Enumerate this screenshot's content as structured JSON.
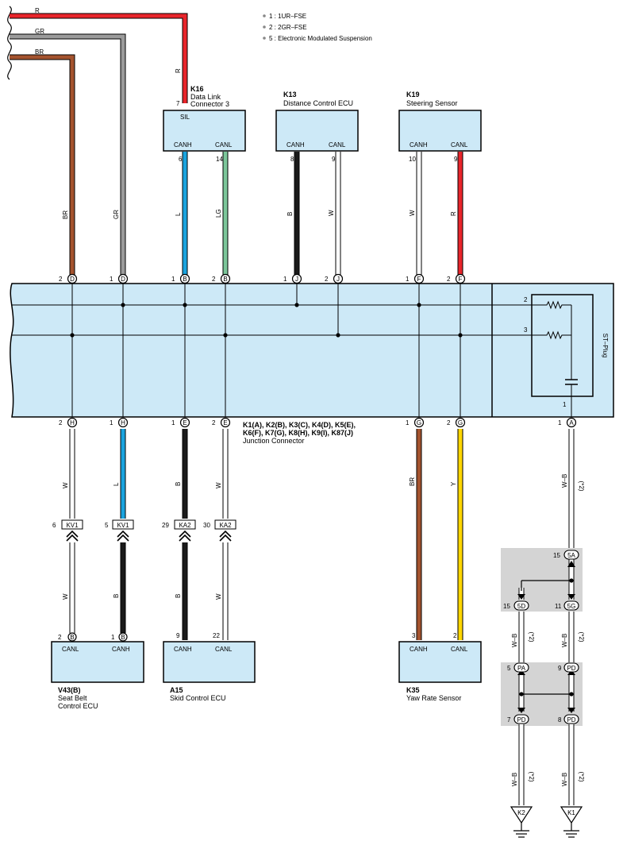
{
  "notes": [
    "1 : 1UR–FSE",
    "2 : 2GR–FSE",
    "5 : Electronic Modulated Suspension"
  ],
  "top_wires": [
    "R",
    "GR",
    "BR"
  ],
  "k16": {
    "code": "K16",
    "name1": "Data Link",
    "name2": "Connector 3",
    "sil": "SIL",
    "canh": "CANH",
    "canl": "CANL",
    "pin_sil": "7",
    "pin_h": "6",
    "pin_l": "14"
  },
  "k13": {
    "code": "K13",
    "name": "Distance Control ECU",
    "canh": "CANH",
    "canl": "CANL",
    "pin_h": "8",
    "pin_l": "9"
  },
  "k19": {
    "code": "K19",
    "name": "Steering Sensor",
    "canh": "CANH",
    "canl": "CANL",
    "pin_h": "10",
    "pin_l": "9"
  },
  "wire_labels_top": {
    "br": "BR",
    "gr": "GR",
    "r_top": "R",
    "l": "L",
    "lg": "LG",
    "b": "B",
    "w1": "W",
    "w2": "W",
    "r": "R"
  },
  "top_pins": [
    {
      "num": "2",
      "letter": "D"
    },
    {
      "num": "1",
      "letter": "D"
    },
    {
      "num": "1",
      "letter": "B"
    },
    {
      "num": "2",
      "letter": "B"
    },
    {
      "num": "1",
      "letter": "J"
    },
    {
      "num": "2",
      "letter": "J"
    },
    {
      "num": "1",
      "letter": "F"
    },
    {
      "num": "2",
      "letter": "F"
    }
  ],
  "bottom_pins": [
    {
      "num": "2",
      "letter": "H"
    },
    {
      "num": "1",
      "letter": "H"
    },
    {
      "num": "1",
      "letter": "E"
    },
    {
      "num": "2",
      "letter": "E"
    },
    {
      "num": "1",
      "letter": "G"
    },
    {
      "num": "2",
      "letter": "G"
    },
    {
      "num": "1",
      "letter": "A"
    }
  ],
  "junction": {
    "line1": "K1(A), K2(B), K3(C), K4(D), K5(E),",
    "line2": "K6(F), K7(G), K8(H), K9(I), K87(J)",
    "name": "Junction Connector",
    "stplug": "ST–Plug",
    "res_pin2": "2",
    "res_pin3": "3",
    "cap_pin1": "1"
  },
  "inline_connectors": [
    {
      "num": "6",
      "name": "KV1"
    },
    {
      "num": "5",
      "name": "KV1"
    },
    {
      "num": "29",
      "name": "KA2"
    },
    {
      "num": "30",
      "name": "KA2"
    }
  ],
  "wire_labels_mid": {
    "w_upper": "W",
    "l": "L",
    "b": "B",
    "w_upper2": "W",
    "br": "BR",
    "y": "Y",
    "wb": "W–B",
    "star2": "(*2)"
  },
  "wire_labels_low": {
    "w": "W",
    "b": "B",
    "b2": "B",
    "w2": "W"
  },
  "v43": {
    "code": "V43(B)",
    "name1": "Seat Belt",
    "name2": "Control ECU",
    "canl": "CANL",
    "canh": "CANH",
    "pin_l": "2",
    "pin_l_letter": "B",
    "pin_h": "1",
    "pin_h_letter": "B"
  },
  "a15": {
    "code": "A15",
    "name": "Skid Control ECU",
    "canh": "CANH",
    "canl": "CANL",
    "pin_h": "9",
    "pin_l": "22"
  },
  "k35": {
    "code": "K35",
    "name": "Yaw Rate Sensor",
    "canh": "CANH",
    "canl": "CANL",
    "pin_h": "3",
    "pin_l": "2"
  },
  "ground_conn": {
    "c5a": {
      "num": "15",
      "name": "5A"
    },
    "c5d": {
      "num": "15",
      "name": "5D"
    },
    "c5g": {
      "num": "11",
      "name": "5G"
    },
    "cpa": {
      "num": "5",
      "name": "PA"
    },
    "cpd_top": {
      "num": "9",
      "name": "PD"
    },
    "cpd_l": {
      "num": "7",
      "name": "PD"
    },
    "cpd_r": {
      "num": "8",
      "name": "PD"
    },
    "wb": "W–B",
    "star2": "(*2)",
    "k2": "K2",
    "k1": "K1"
  }
}
